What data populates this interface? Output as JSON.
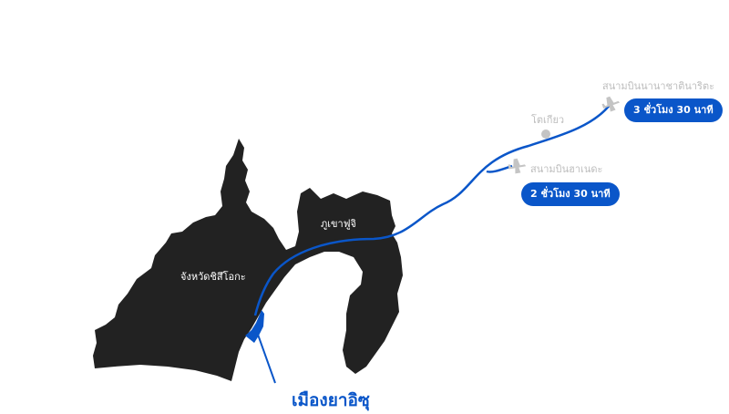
{
  "airports": {
    "narita": {
      "name": "สนามบินนานาชาตินาริตะ",
      "duration": "3 ชั่วโมง 30 นาที"
    },
    "haneda": {
      "name": "สนามบินฮาเนดะ",
      "duration": "2 ชั่วโมง 30 นาที"
    }
  },
  "cities": {
    "tokyo": "โตเกียว"
  },
  "regions": {
    "shizuoka": "จังหวัดชิสึโอกะ",
    "fuji": "ภูเขาฟูจิ"
  },
  "destination": "เมืองยาอิซุ",
  "colors": {
    "land": "#222222",
    "route": "#0a56c9",
    "muted": "#c4c4c4",
    "pill": "#0a56c9"
  },
  "icons": {
    "airplane": "airplane-icon",
    "city_dot": "city-dot-icon",
    "marker": "location-marker-icon"
  }
}
